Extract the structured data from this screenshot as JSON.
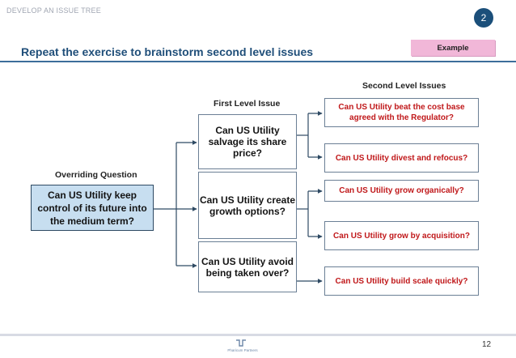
{
  "header": {
    "section_label": "DEVELOP AN ISSUE TREE",
    "page_badge": "2",
    "title": "Repeat the exercise to brainstorm second level issues",
    "tag": "Example"
  },
  "tree": {
    "overriding_label": "Overriding Question",
    "first_level_label": "First Level Issue",
    "second_level_label": "Second Level Issues",
    "overriding_question": "Can US Utility keep control of its future into the medium term?",
    "first_level": [
      "Can US Utility salvage its share price?",
      "Can US Utility create growth options?",
      "Can US Utility avoid being taken over?"
    ],
    "second_level": [
      "Can US Utility beat the cost base agreed with the Regulator?",
      "Can US Utility divest and refocus?",
      "Can US Utility grow organically?",
      "Can US Utility grow by acquisition?",
      "Can US Utility build scale quickly?"
    ]
  },
  "footer": {
    "page_number": "12",
    "logo_text": "Pharicum Partners"
  },
  "colors": {
    "title": "#1f4e79",
    "accent_red": "#c0181a",
    "overriding_fill": "#c7def0",
    "tag_fill": "#f1b7d8",
    "connector": "#2e4a63"
  }
}
